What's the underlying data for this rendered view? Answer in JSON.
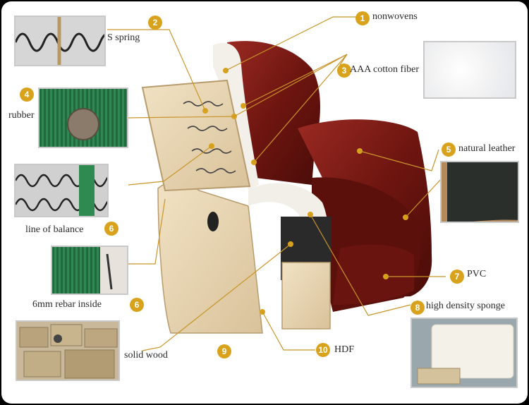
{
  "callouts": [
    {
      "number": "1",
      "text": "nonwovens"
    },
    {
      "number": "2",
      "text": "S spring"
    },
    {
      "number": "3",
      "text": "AAA cotton fiber"
    },
    {
      "number": "4",
      "text": "rubber"
    },
    {
      "number": "5",
      "text": "natural leather"
    },
    {
      "number": "6",
      "text": "line of balance"
    },
    {
      "number": "6",
      "text": "6mm rebar inside"
    },
    {
      "number": "7",
      "text": "PVC"
    },
    {
      "number": "8",
      "text": "high density sponge"
    },
    {
      "number": "9",
      "text": "solid wood"
    },
    {
      "number": "10",
      "text": "HDF"
    }
  ],
  "colors": {
    "accent": "#d9a21c",
    "leather": "#7a1a14",
    "frame": "#e8d7b8"
  }
}
